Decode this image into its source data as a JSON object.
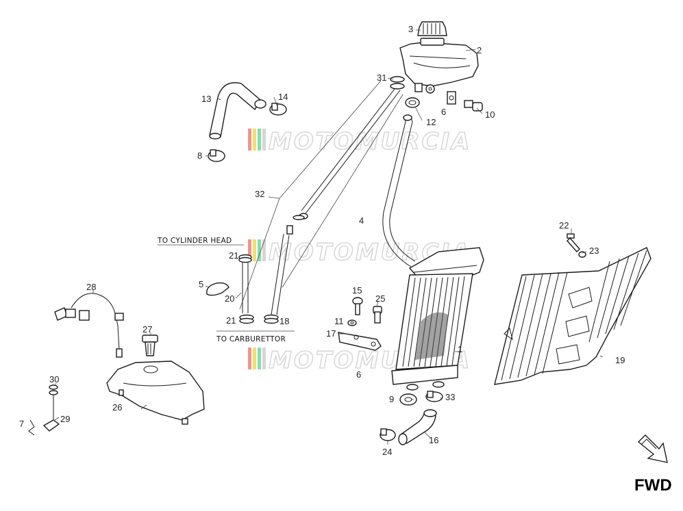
{
  "diagram": {
    "labels": {
      "l1": "1",
      "l2": "2",
      "l3": "3",
      "l4": "4",
      "l5": "5",
      "l6a": "6",
      "l6b": "6",
      "l7": "7",
      "l8": "8",
      "l9": "9",
      "l10": "10",
      "l11": "11",
      "l12": "12",
      "l13": "13",
      "l14": "14",
      "l15": "15",
      "l16": "16",
      "l17": "17",
      "l18": "18",
      "l19": "19",
      "l20": "20",
      "l21a": "21",
      "l21b": "21",
      "l22": "22",
      "l23": "23",
      "l24": "24",
      "l25": "25",
      "l26": "26",
      "l27": "27",
      "l28": "28",
      "l29": "29",
      "l30": "30",
      "l31": "31",
      "l32": "32",
      "l33": "33"
    },
    "notes": {
      "cylinder_head": "TO CYLINDER HEAD",
      "carburettor": "TO CARBURETTOR"
    },
    "direction": "FWD",
    "watermark": "MOTOMURCIA",
    "watermark_colors": [
      "#e74c3c",
      "#f1c40f",
      "#2ecc71",
      "#bbbbbb"
    ],
    "icons": {
      "direction_arrow": "fwd-arrow-icon"
    }
  }
}
